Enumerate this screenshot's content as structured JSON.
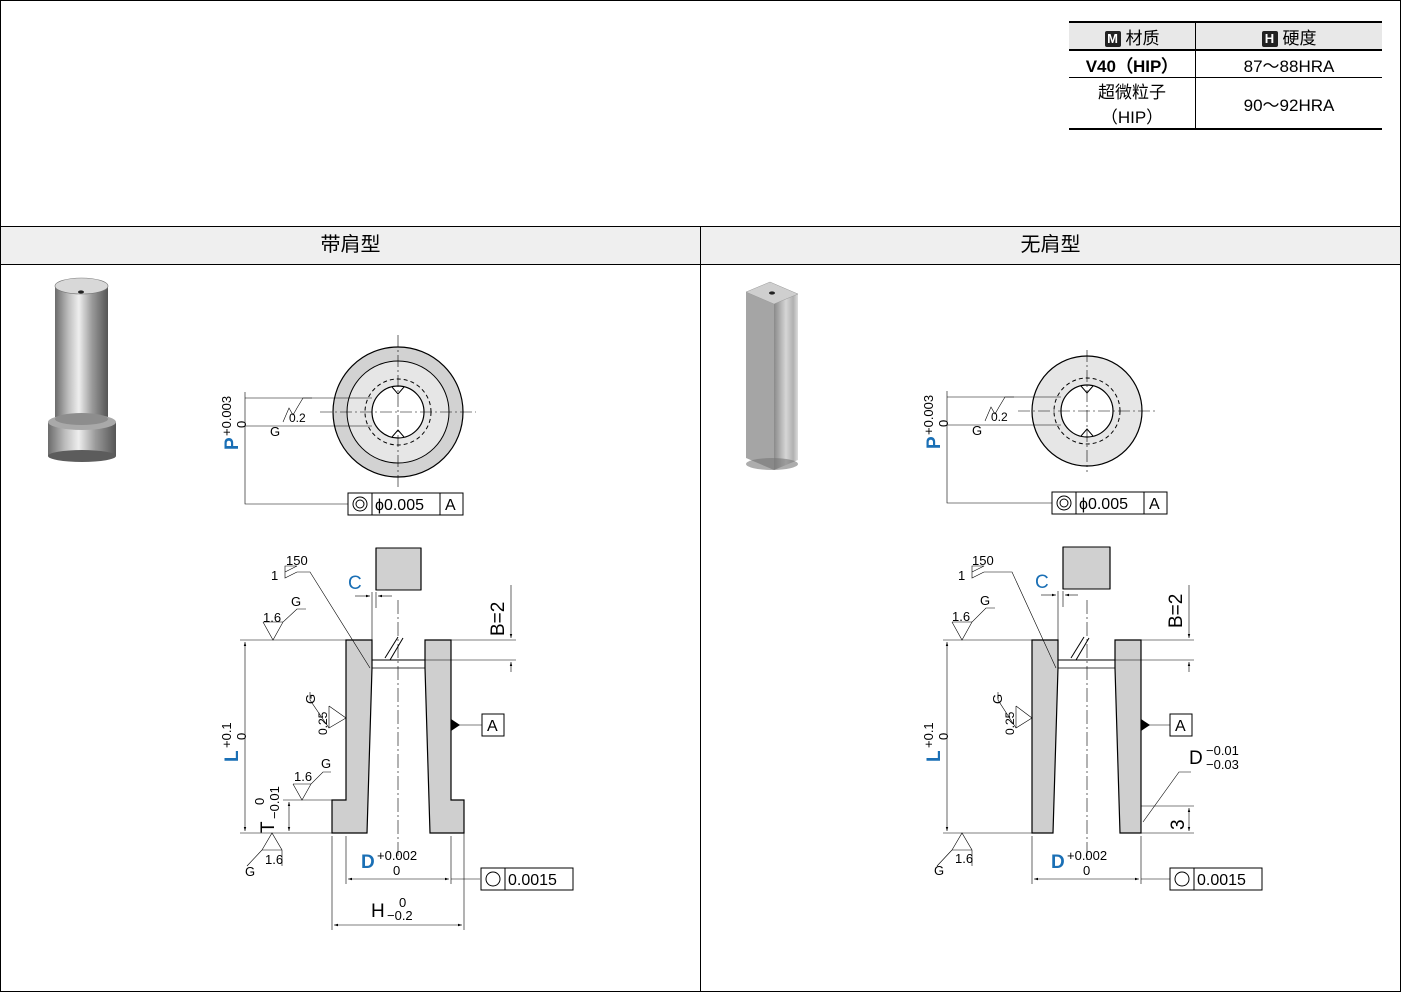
{
  "material_table": {
    "header": {
      "material_icon": "M",
      "material_label": "材质",
      "hardness_icon": "H",
      "hardness_label": "硬度"
    },
    "rows": [
      {
        "material": "V40（HIP）",
        "hardness": "87～88HRA"
      },
      {
        "material": "超微粒子（HIP）",
        "hardness": "90～92HRA"
      }
    ]
  },
  "sections": {
    "left_title": "带肩型",
    "right_title": "无肩型"
  },
  "dims": {
    "p_letter": "P",
    "p_tol_upper": "+0.003",
    "p_tol_lower": "0",
    "roughness_02": "0.2",
    "grind_g": "G",
    "concentric_tol": "ϕ0.005",
    "datum_a": "A",
    "roughness_150": "150",
    "roughness_1": "1",
    "c_letter": "C",
    "b_label": "B=2",
    "roughness_16": "1.6",
    "roughness_025": "0.25",
    "l_letter": "L",
    "l_tol_upper": "+0.1",
    "l_tol_lower": "0",
    "t_letter": "T",
    "t_tol_upper": "0",
    "t_tol_lower": "−0.01",
    "d_letter": "D",
    "d_tol_upper": "+0.002",
    "d_tol_lower": "0",
    "circ_tol": "0.0015",
    "h_letter": "H",
    "h_tol_upper": "0",
    "h_tol_lower": "−0.2",
    "d2_letter": "D",
    "d2_tol_upper": "−0.01",
    "d2_tol_lower": "−0.03",
    "three": "3"
  },
  "colors": {
    "dim_blue": "#1a6fb5",
    "part_gray": "#cfcfcf",
    "header_bg": "#efefef"
  }
}
